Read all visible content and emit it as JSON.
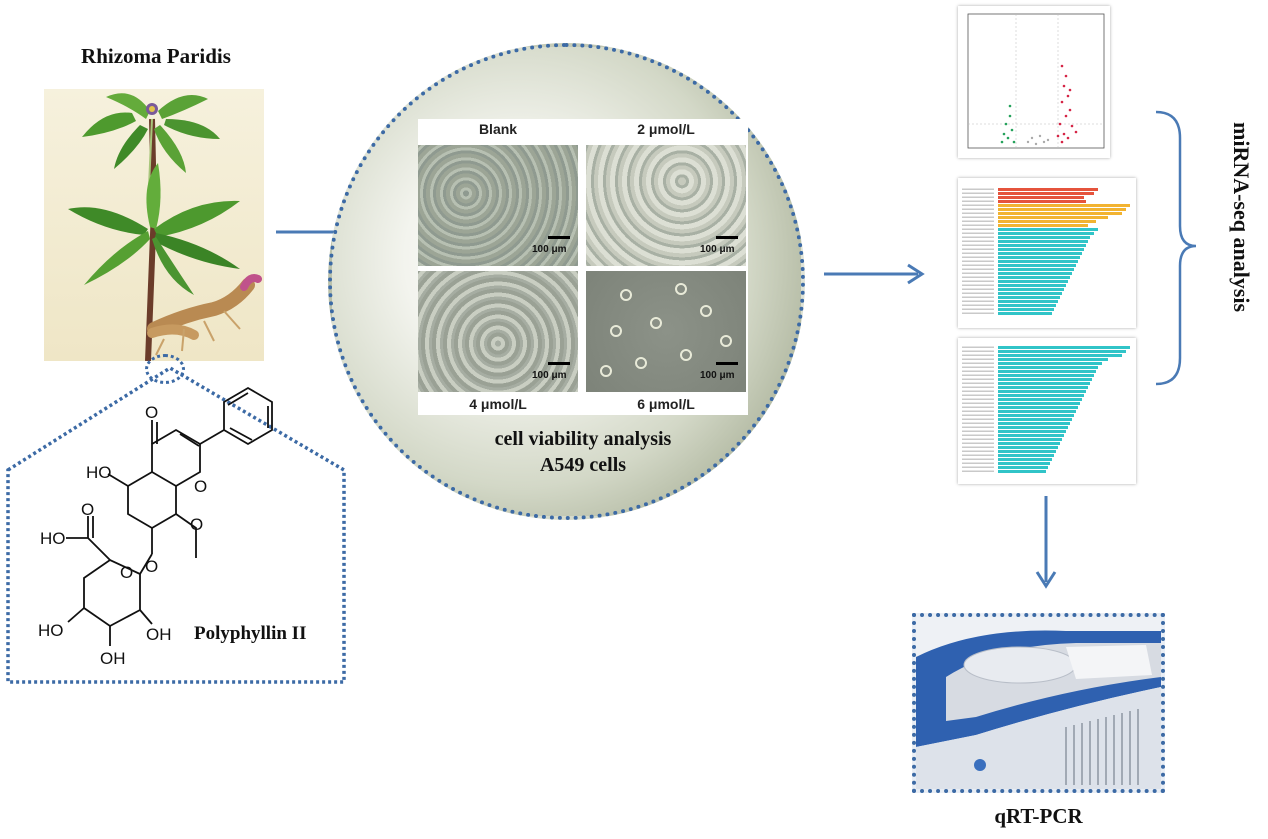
{
  "plant": {
    "title": "Rhizoma Paridis"
  },
  "compound": {
    "name": "Polyphyllin II",
    "atoms": {
      "o_top": "O",
      "o_ring": "O",
      "ho_left": "HO",
      "o_methoxy": "O",
      "o_link": "O",
      "o_acid": "O",
      "ho_acid": "HO",
      "o_sugar": "O",
      "ho_1": "HO",
      "oh_2": "OH",
      "oh_3": "OH"
    }
  },
  "viability": {
    "panels": [
      {
        "label": "Blank",
        "scale": "100 μm"
      },
      {
        "label": "2 μmol/L",
        "scale": "100 μm"
      },
      {
        "label": "4 μmol/L",
        "scale": "100 μm"
      },
      {
        "label": "6 μmol/L",
        "scale": "100 μm"
      }
    ],
    "caption_line1": "cell viability analysis",
    "caption_line2": "A549 cells"
  },
  "sequencing": {
    "label": "miRNA-seq analysis"
  },
  "pcr": {
    "label": "qRT-PCR"
  },
  "colors": {
    "arrow": "#4a7ab5",
    "dots": "#3c6aa5",
    "go_red": "#e5533c",
    "go_orange": "#f2b331",
    "go_teal": "#31c4c8",
    "volcano_red": "#d52445",
    "volcano_green": "#24a25b"
  }
}
